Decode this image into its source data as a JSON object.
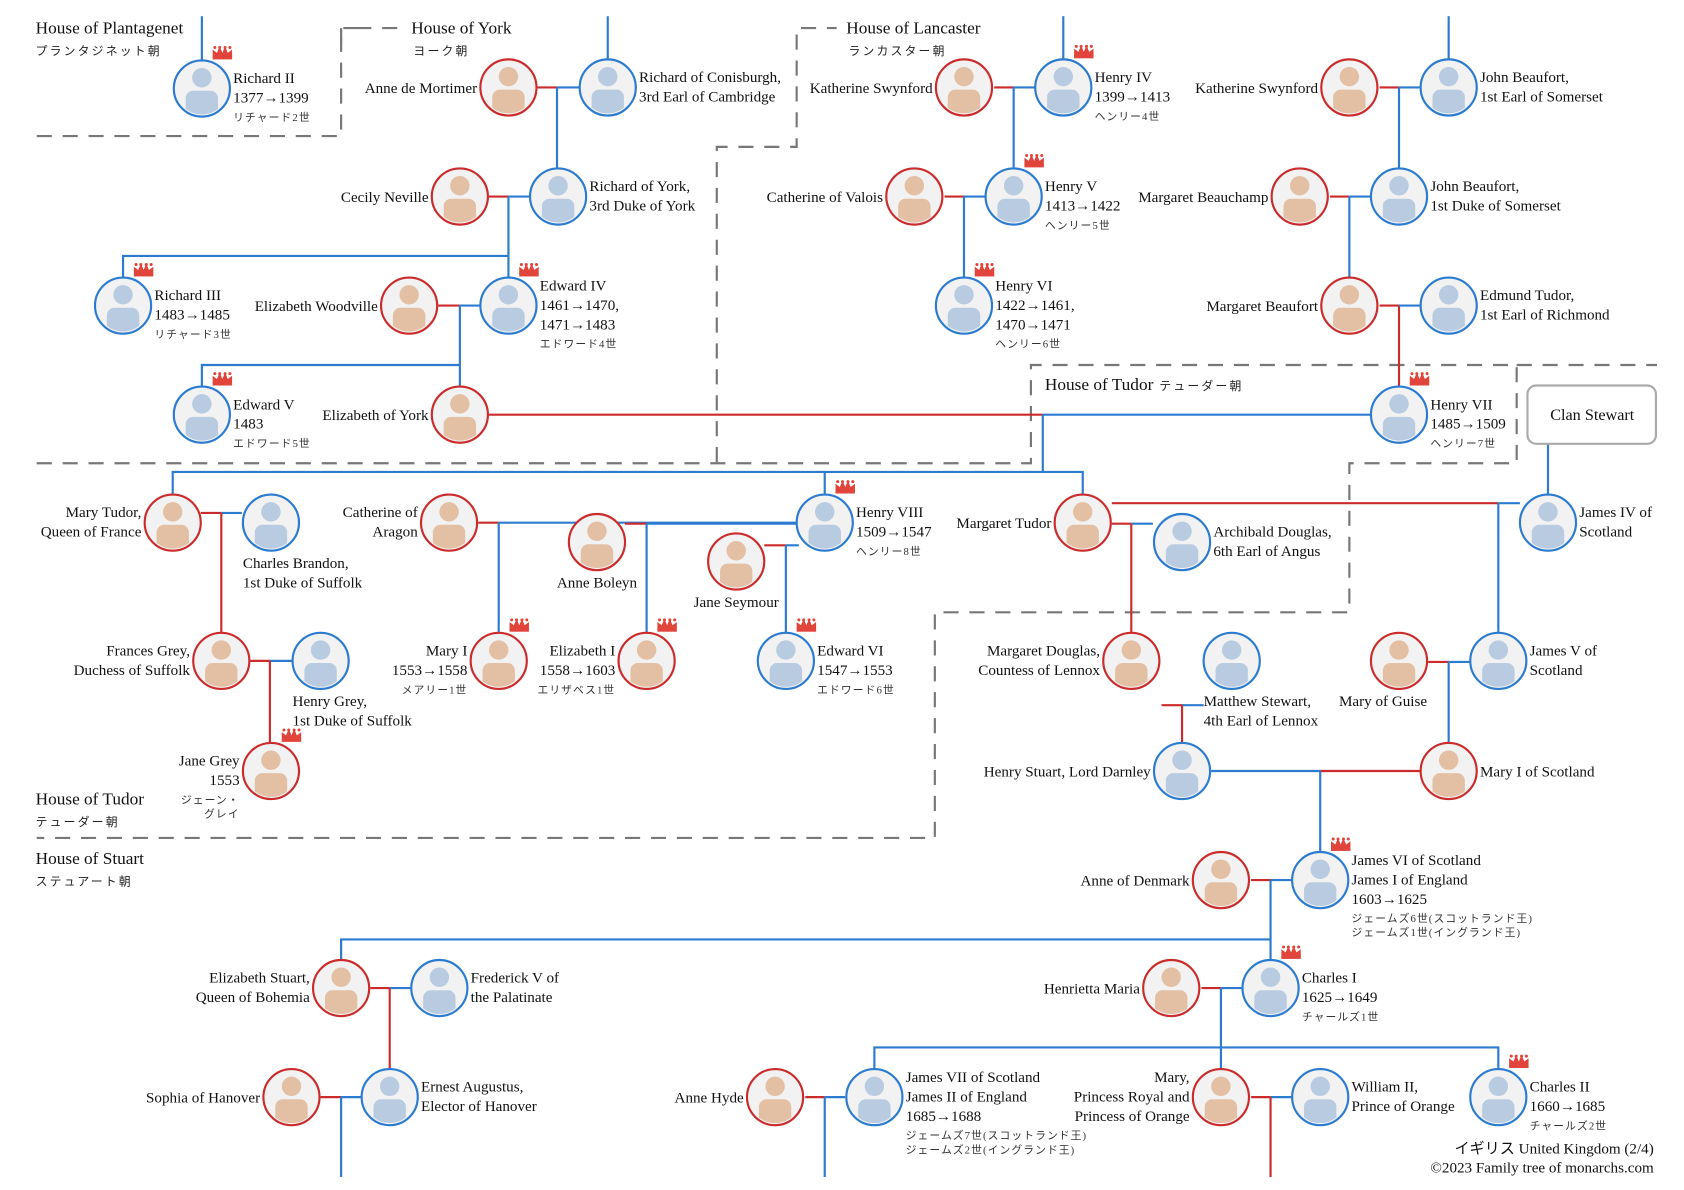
{
  "title": "イギリス United Kingdom (2/4)",
  "copyright": "©2023 Family tree of monarchs.com",
  "colors": {
    "male": "#2b7bd0",
    "female": "#cc2b2b",
    "male_fill": "#b9cbe0",
    "female_fill": "#e3c0a4",
    "crown": "#e0443a",
    "border": "#777777"
  },
  "houses": [
    {
      "id": "plantagenet",
      "name": "House of Plantagenet",
      "jp": "プランタジネット朝"
    },
    {
      "id": "york",
      "name": "House of York",
      "jp": "ヨーク朝"
    },
    {
      "id": "lancaster",
      "name": "House of Lancaster",
      "jp": "ランカスター朝"
    },
    {
      "id": "tudor_top",
      "name": "House of Tudor",
      "jp": "テューダー朝"
    },
    {
      "id": "tudor_bottom",
      "name": "House of Tudor",
      "jp": "テューダー朝"
    },
    {
      "id": "stuart",
      "name": "House of Stuart",
      "jp": "ステュアート朝"
    }
  ],
  "clan_box": "Clan Stewart",
  "people": [
    {
      "id": "richard2",
      "sex": "m",
      "crown": true,
      "lines": [
        "Richard II",
        "1377→1399"
      ],
      "jp": [
        "リチャード2世"
      ]
    },
    {
      "id": "anne_mortimer",
      "sex": "f",
      "lines": [
        "Anne de Mortimer"
      ]
    },
    {
      "id": "richard_conisburgh",
      "sex": "m",
      "lines": [
        "Richard of Conisburgh,",
        "3rd Earl of Cambridge"
      ]
    },
    {
      "id": "cecily",
      "sex": "f",
      "lines": [
        "Cecily Neville"
      ]
    },
    {
      "id": "richard_york",
      "sex": "m",
      "lines": [
        "Richard of York,",
        "3rd Duke of York"
      ]
    },
    {
      "id": "richard3",
      "sex": "m",
      "crown": true,
      "lines": [
        "Richard III",
        "1483→1485"
      ],
      "jp": [
        "リチャード3世"
      ]
    },
    {
      "id": "eliz_woodville",
      "sex": "f",
      "lines": [
        "Elizabeth Woodville"
      ]
    },
    {
      "id": "edward4",
      "sex": "m",
      "crown": true,
      "lines": [
        "Edward IV",
        "1461→1470,",
        "1471→1483"
      ],
      "jp": [
        "エドワード4世"
      ]
    },
    {
      "id": "edward5",
      "sex": "m",
      "crown": true,
      "lines": [
        "Edward V",
        "1483"
      ],
      "jp": [
        "エドワード5世"
      ]
    },
    {
      "id": "eliz_york",
      "sex": "f",
      "lines": [
        "Elizabeth of York"
      ]
    },
    {
      "id": "kath_swyn1",
      "sex": "f",
      "lines": [
        "Katherine Swynford"
      ]
    },
    {
      "id": "henry4",
      "sex": "m",
      "crown": true,
      "lines": [
        "Henry IV",
        "1399→1413"
      ],
      "jp": [
        "ヘンリー4世"
      ]
    },
    {
      "id": "cath_valois",
      "sex": "f",
      "lines": [
        "Catherine of Valois"
      ]
    },
    {
      "id": "henry5",
      "sex": "m",
      "crown": true,
      "lines": [
        "Henry V",
        "1413→1422"
      ],
      "jp": [
        "ヘンリー5世"
      ]
    },
    {
      "id": "henry6",
      "sex": "m",
      "crown": true,
      "lines": [
        "Henry VI",
        "1422→1461,",
        "1470→1471"
      ],
      "jp": [
        "ヘンリー6世"
      ]
    },
    {
      "id": "kath_swyn2",
      "sex": "f",
      "lines": [
        "Katherine Swynford"
      ]
    },
    {
      "id": "john_beaufort_earl",
      "sex": "m",
      "lines": [
        "John Beaufort,",
        "1st Earl of Somerset"
      ]
    },
    {
      "id": "marg_beauchamp",
      "sex": "f",
      "lines": [
        "Margaret Beauchamp"
      ]
    },
    {
      "id": "john_beaufort_duke",
      "sex": "m",
      "lines": [
        "John Beaufort,",
        "1st Duke of Somerset"
      ]
    },
    {
      "id": "marg_beaufort",
      "sex": "f",
      "lines": [
        "Margaret Beaufort"
      ]
    },
    {
      "id": "edmund_tudor",
      "sex": "m",
      "lines": [
        "Edmund Tudor,",
        "1st Earl of Richmond"
      ]
    },
    {
      "id": "henry7",
      "sex": "m",
      "crown": true,
      "lines": [
        "Henry VII",
        "1485→1509"
      ],
      "jp": [
        "ヘンリー7世"
      ]
    },
    {
      "id": "mary_tudor",
      "sex": "f",
      "lines": [
        "Mary Tudor,",
        "Queen of France"
      ]
    },
    {
      "id": "charles_brandon",
      "sex": "m",
      "lines": [
        "Charles Brandon,",
        "1st Duke of Suffolk"
      ]
    },
    {
      "id": "cath_aragon",
      "sex": "f",
      "lines": [
        "Catherine of",
        "Aragon"
      ]
    },
    {
      "id": "anne_boleyn",
      "sex": "f",
      "lines": [
        "Anne Boleyn"
      ]
    },
    {
      "id": "jane_seymour",
      "sex": "f",
      "lines": [
        "Jane Seymour"
      ]
    },
    {
      "id": "henry8",
      "sex": "m",
      "crown": true,
      "lines": [
        "Henry VIII",
        "1509→1547"
      ],
      "jp": [
        "ヘンリー8世"
      ]
    },
    {
      "id": "marg_tudor",
      "sex": "f",
      "lines": [
        "Margaret Tudor"
      ]
    },
    {
      "id": "archibald",
      "sex": "m",
      "lines": [
        "Archibald Douglas,",
        "6th Earl of Angus"
      ]
    },
    {
      "id": "james4",
      "sex": "m",
      "lines": [
        "James IV of",
        "Scotland"
      ]
    },
    {
      "id": "frances_grey",
      "sex": "f",
      "lines": [
        "Frances Grey,",
        "Duchess of Suffolk"
      ]
    },
    {
      "id": "henry_grey",
      "sex": "m",
      "lines": [
        "Henry Grey,",
        "1st Duke of Suffolk"
      ]
    },
    {
      "id": "mary1",
      "sex": "f",
      "crown": true,
      "lines": [
        "Mary I",
        "1553→1558"
      ],
      "jp": [
        "メアリー1世"
      ]
    },
    {
      "id": "eliz1",
      "sex": "f",
      "crown": true,
      "lines": [
        "Elizabeth I",
        "1558→1603"
      ],
      "jp": [
        "エリザベス1世"
      ]
    },
    {
      "id": "edward6",
      "sex": "m",
      "crown": true,
      "lines": [
        "Edward VI",
        "1547→1553"
      ],
      "jp": [
        "エドワード6世"
      ]
    },
    {
      "id": "jane_grey",
      "sex": "f",
      "crown": true,
      "lines": [
        "Jane Grey",
        "1553"
      ],
      "jp": [
        "ジェーン・",
        "グレイ"
      ]
    },
    {
      "id": "marg_douglas",
      "sex": "f",
      "lines": [
        "Margaret Douglas,",
        "Countess of Lennox"
      ]
    },
    {
      "id": "matthew_stewart",
      "sex": "m",
      "lines": [
        "Matthew Stewart,",
        "4th Earl of Lennox"
      ]
    },
    {
      "id": "mary_guise",
      "sex": "f",
      "lines": [
        "Mary of Guise"
      ]
    },
    {
      "id": "james5",
      "sex": "m",
      "lines": [
        "James V of",
        "Scotland"
      ]
    },
    {
      "id": "darnley",
      "sex": "m",
      "lines": [
        "Henry Stuart, Lord Darnley"
      ]
    },
    {
      "id": "mary_scots",
      "sex": "f",
      "lines": [
        "Mary I of Scotland"
      ]
    },
    {
      "id": "anne_denmark",
      "sex": "f",
      "lines": [
        "Anne of Denmark"
      ]
    },
    {
      "id": "james6",
      "sex": "m",
      "crown": true,
      "lines": [
        "James VI of Scotland",
        "James I of England",
        "1603→1625"
      ],
      "jp": [
        "ジェームズ6世(スコットランド王)",
        "ジェームズ1世(イングランド王)"
      ]
    },
    {
      "id": "eliz_stuart",
      "sex": "f",
      "lines": [
        "Elizabeth Stuart,",
        "Queen of Bohemia"
      ]
    },
    {
      "id": "frederick5",
      "sex": "m",
      "lines": [
        "Frederick V of",
        "the Palatinate"
      ]
    },
    {
      "id": "henrietta",
      "sex": "f",
      "lines": [
        "Henrietta Maria"
      ]
    },
    {
      "id": "charles1",
      "sex": "m",
      "crown": true,
      "lines": [
        "Charles I",
        "1625→1649"
      ],
      "jp": [
        "チャールズ1世"
      ]
    },
    {
      "id": "sophia",
      "sex": "f",
      "lines": [
        "Sophia of Hanover"
      ]
    },
    {
      "id": "ernest",
      "sex": "m",
      "lines": [
        "Ernest Augustus,",
        "Elector of Hanover"
      ]
    },
    {
      "id": "anne_hyde",
      "sex": "f",
      "lines": [
        "Anne Hyde"
      ]
    },
    {
      "id": "james7",
      "sex": "m",
      "lines": [
        "James VII of Scotland",
        "James II of England",
        "1685→1688"
      ],
      "jp": [
        "ジェームズ7世(スコットランド王)",
        "ジェームズ2世(イングランド王)"
      ]
    },
    {
      "id": "mary_princess",
      "sex": "f",
      "lines": [
        "Mary,",
        "Princess Royal and",
        "Princess of Orange"
      ]
    },
    {
      "id": "william2",
      "sex": "m",
      "lines": [
        "William II,",
        "Prince of Orange"
      ]
    },
    {
      "id": "charles2",
      "sex": "m",
      "crown": true,
      "lines": [
        "Charles II",
        "1660→1685"
      ],
      "jp": [
        "チャールズ2世"
      ]
    }
  ]
}
